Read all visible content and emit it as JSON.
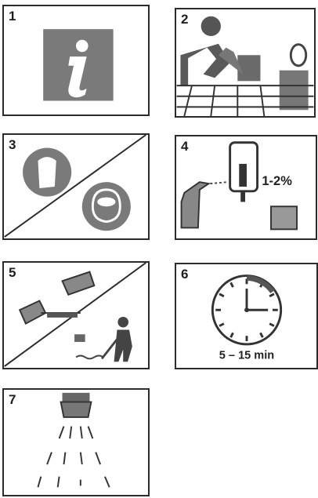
{
  "panels": [
    {
      "number": "1",
      "icon": "info-icon"
    },
    {
      "number": "2",
      "icon": "cleaning-icon"
    },
    {
      "number": "3",
      "icon": "protective-gear-icon"
    },
    {
      "number": "4",
      "icon": "dilution-spray-icon",
      "concentration": "1-2%"
    },
    {
      "number": "5",
      "icon": "rinse-icon"
    },
    {
      "number": "6",
      "icon": "clock-icon",
      "duration": "5 – 15 min"
    },
    {
      "number": "7",
      "icon": "shower-icon"
    }
  ],
  "colors": {
    "border": "#2b2b2b",
    "icon_gray": "#7a7a7a",
    "dark_gray": "#444444"
  }
}
